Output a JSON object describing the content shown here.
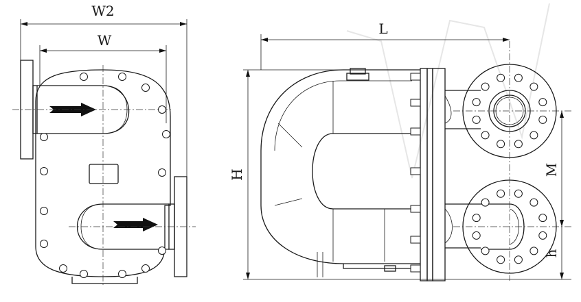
{
  "figure": {
    "labels": {
      "w2": "W2",
      "w": "W",
      "l": "L",
      "h_upper": "H",
      "m": "M",
      "h_lower": "h"
    }
  }
}
